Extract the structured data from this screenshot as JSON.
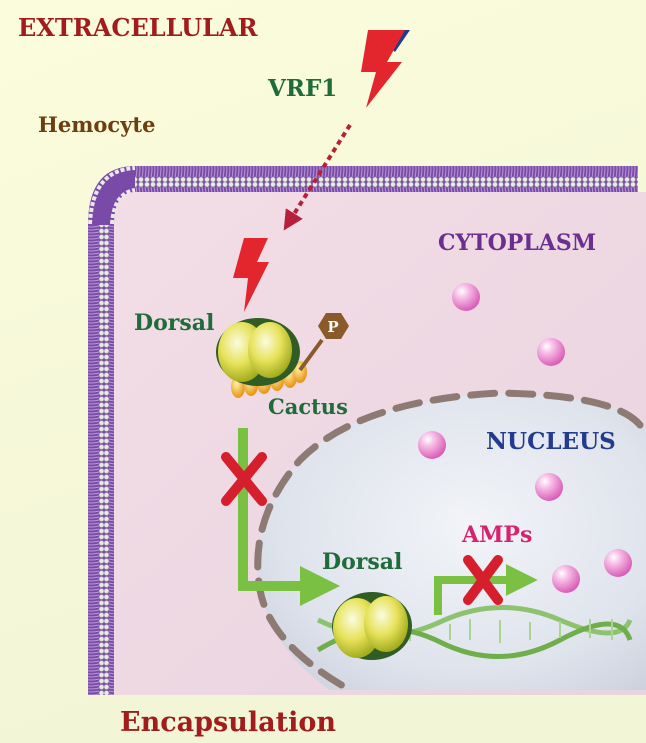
{
  "labels": {
    "extracellular": "EXTRACELLULAR",
    "hemocyte": "Hemocyte",
    "vrf1": "VRF1",
    "cytoplasm": "CYTOPLASM",
    "dorsal_top": "Dorsal",
    "phospho": "P",
    "cactus": "Cactus",
    "nucleus": "NUCLEUS",
    "dorsal_bottom": "Dorsal",
    "amps": "AMPs",
    "encapsulation": "Encapsulation"
  },
  "colors": {
    "dark_red": "#a11d1d",
    "brown": "#6b3f10",
    "green": "#1f6b3a",
    "purple": "#6b2f8f",
    "navy": "#233b8f",
    "magenta": "#d6226f",
    "blocked_x": "#d61f2c",
    "lightning": "#e3262e",
    "arrow_green": "#7ac143"
  },
  "icons": {
    "signal": "lightning-bolt-icon",
    "inhibition": "red-x-icon",
    "phosphate": "phosphate-hexagon-icon"
  }
}
